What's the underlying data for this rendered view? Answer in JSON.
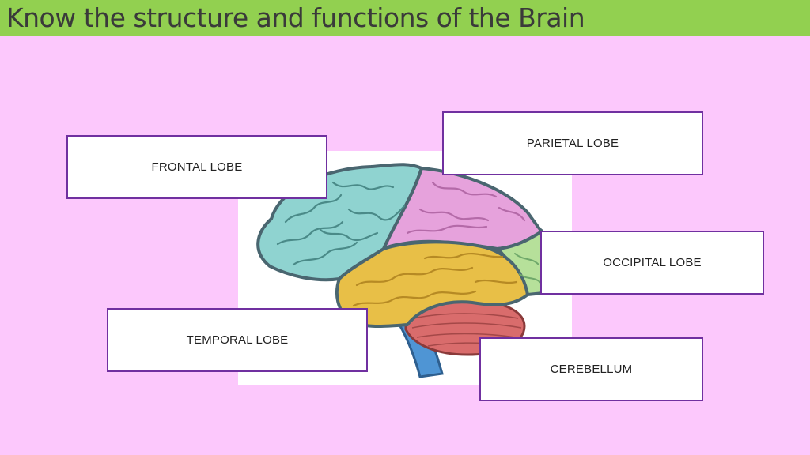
{
  "slide": {
    "title": "Know the structure and functions of the Brain"
  },
  "labels": {
    "frontal": "FRONTAL LOBE",
    "parietal": "PARIETAL LOBE",
    "occipital": "OCCIPITAL LOBE",
    "temporal": "TEMPORAL LOBE",
    "cerebellum": "CEREBELLUM"
  },
  "colors": {
    "background": "#fcc8fc",
    "title_bar": "#92d050",
    "box_border": "#7030a0",
    "frontal": "#8fd3d0",
    "parietal": "#e6a2dc",
    "occipital": "#b6e09a",
    "temporal": "#e8bf47",
    "cerebellum": "#d96c6c",
    "brainstem": "#4f95d4",
    "outline": "#4a6670"
  }
}
